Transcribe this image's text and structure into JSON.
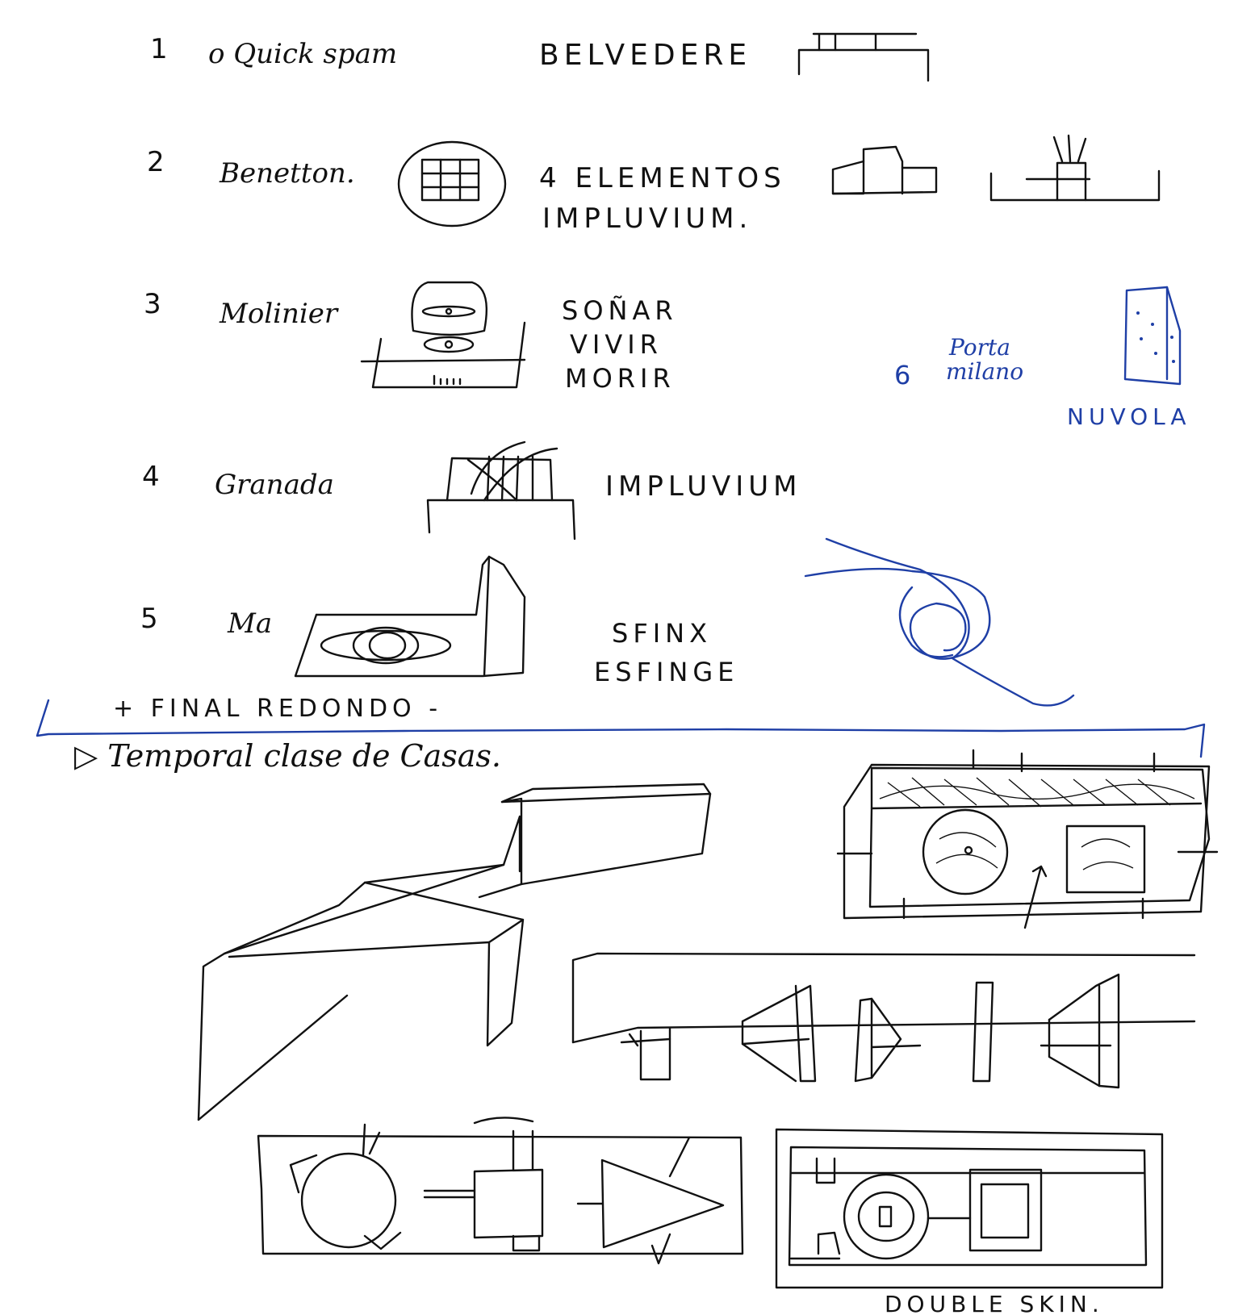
{
  "sketch_sheet": {
    "list_items": [
      {
        "number": "1",
        "place": "o Quick spam",
        "concept": "BELVEDERE"
      },
      {
        "number": "2",
        "place": "Benetton.",
        "concept_line1": "4 ELEMENTOS",
        "concept_line2": "IMPLUVIUM."
      },
      {
        "number": "3",
        "place": "Molinier",
        "concept_line1": "SOÑAR",
        "concept_line2": "VIVIR",
        "concept_line3": "MORIR"
      },
      {
        "number": "4",
        "place": "Granada",
        "concept": "IMPLUVIUM"
      },
      {
        "number": "5",
        "place": "Ma",
        "concept_line1": "SFINX",
        "concept_line2": "ESFINGE"
      }
    ],
    "blue_note": {
      "number": "6",
      "place_line1": "Porta",
      "place_line2": "milano",
      "concept": "NUVOLA"
    },
    "divider_note": "+ FINAL REDONDO -",
    "bottom_heading": "▷ Temporal clase de Casas.",
    "caption": "DOUBLE SKIN."
  },
  "colors": {
    "ink_black": "#111111",
    "ink_blue": "#1f3fa6",
    "paper": "#ffffff"
  }
}
